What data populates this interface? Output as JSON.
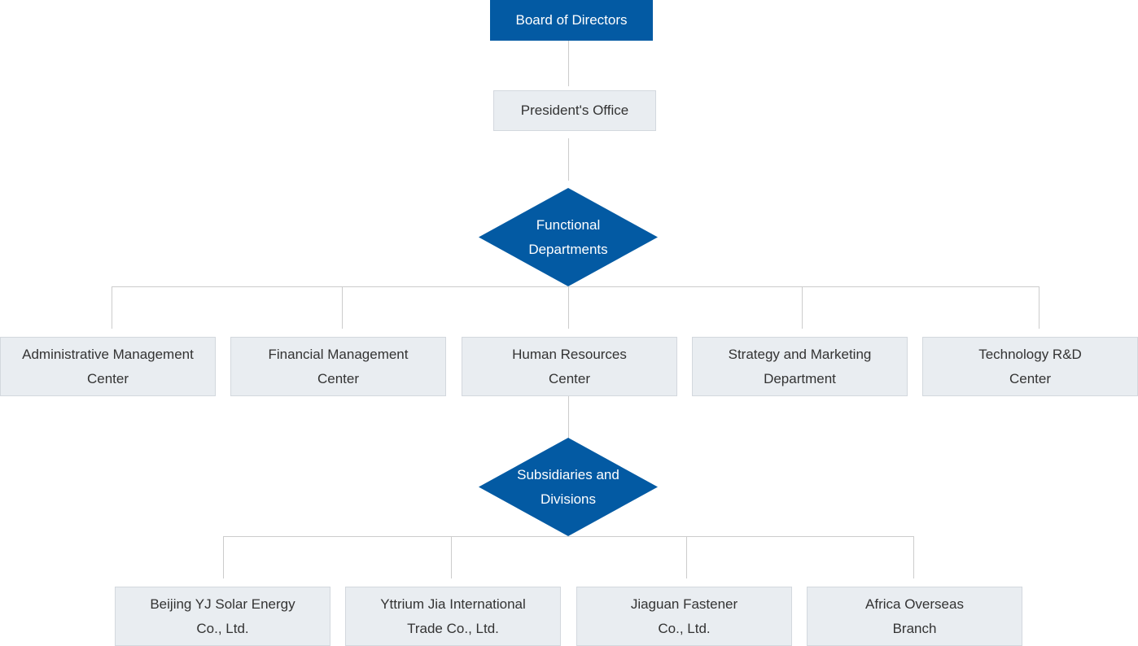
{
  "org_chart": {
    "root": {
      "label": "Board of Directors"
    },
    "presidents_office": {
      "label": "President's Office"
    },
    "functional_departments": {
      "label_line1": "Functional",
      "label_line2": "Departments",
      "items": [
        {
          "line1": "Administrative Management",
          "line2": "Center"
        },
        {
          "line1": "Financial Management",
          "line2": "Center"
        },
        {
          "line1": "Human Resources",
          "line2": "Center"
        },
        {
          "line1": "Strategy and Marketing",
          "line2": "Department"
        },
        {
          "line1": "Technology R&D",
          "line2": "Center"
        }
      ]
    },
    "subsidiaries": {
      "label_line1": "Subsidiaries and",
      "label_line2": "Divisions",
      "items": [
        {
          "line1": "Beijing YJ Solar Energy",
          "line2": "Co., Ltd."
        },
        {
          "line1": "Yttrium Jia International",
          "line2": "Trade Co., Ltd."
        },
        {
          "line1": "Jiaguan Fastener",
          "line2": "Co., Ltd."
        },
        {
          "line1": "Africa Overseas",
          "line2": "Branch"
        }
      ]
    }
  },
  "colors": {
    "primary": "#035aa3",
    "box_fill": "#e9edf1",
    "box_border": "#d3d8de",
    "connector": "#cccccc"
  }
}
